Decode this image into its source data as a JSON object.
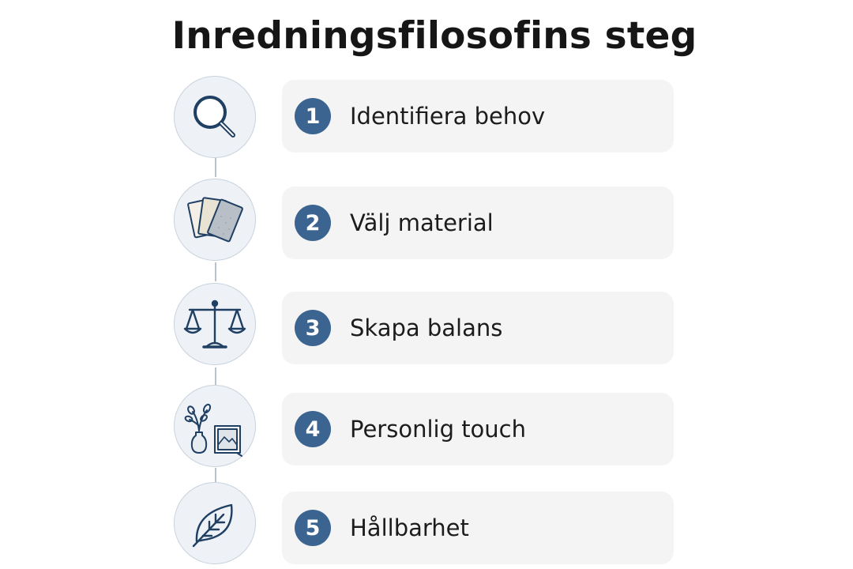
{
  "title": "Inredningsfilosofins steg",
  "colors": {
    "accent": "#3b6590",
    "icon_stroke": "#1f3f63",
    "card_background": "#f4f4f4",
    "circle_background": "#eef2f6"
  },
  "steps": [
    {
      "number": "1",
      "label": "Identifiera behov",
      "icon": "magnifying-glass-icon"
    },
    {
      "number": "2",
      "label": "Välj material",
      "icon": "material-swatches-icon"
    },
    {
      "number": "3",
      "label": "Skapa balans",
      "icon": "balance-scale-icon"
    },
    {
      "number": "4",
      "label": "Personlig touch",
      "icon": "vase-and-frame-icon"
    },
    {
      "number": "5",
      "label": "Hållbarhet",
      "icon": "leaf-icon"
    }
  ]
}
